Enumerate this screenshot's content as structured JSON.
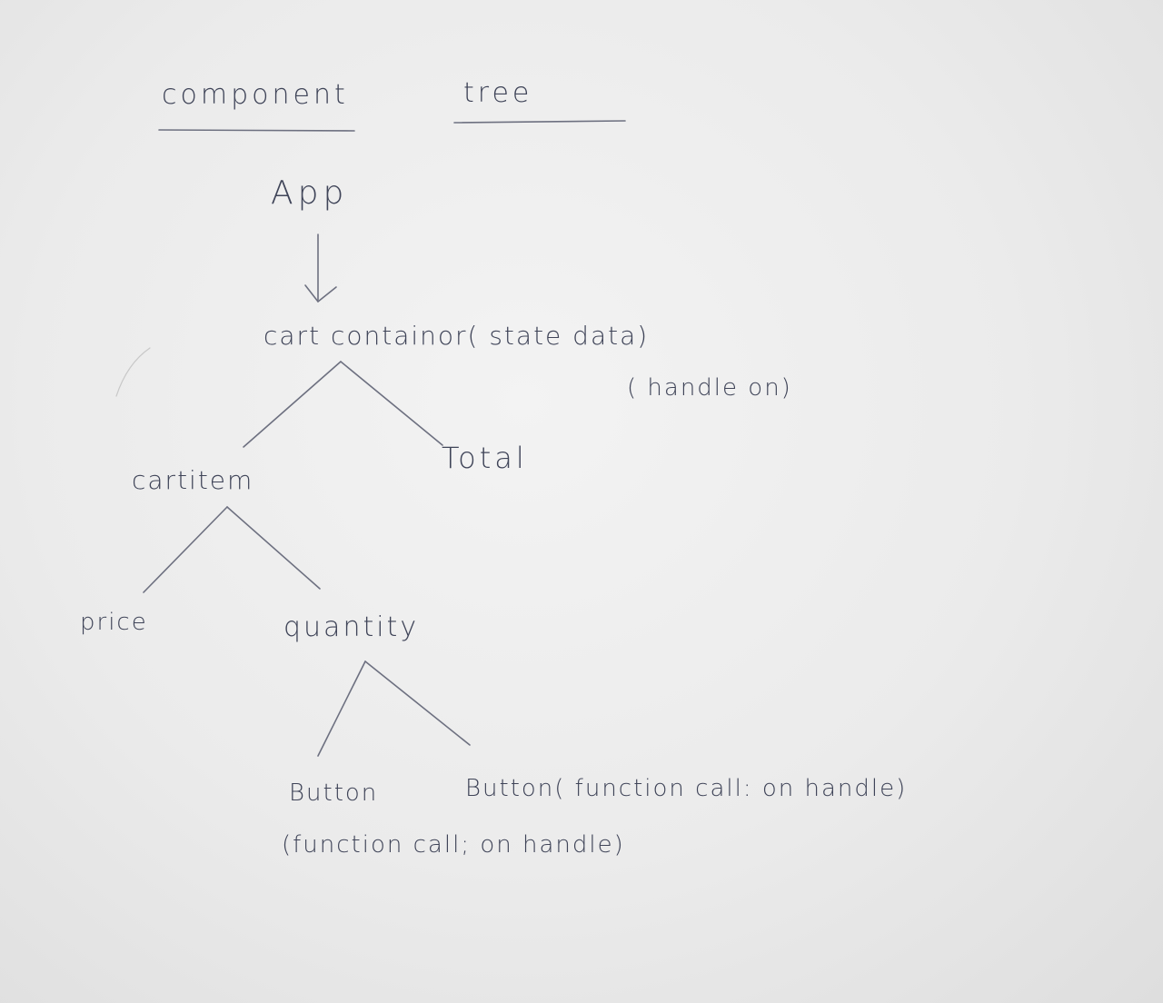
{
  "diagram": {
    "title_part1": "component",
    "title_part2": "tree",
    "nodes": {
      "app": "App",
      "cart_container": "cart containor( state data)",
      "cart_container_note": "( handle on)",
      "cartitem": "cartitem",
      "total": "Total",
      "price": "price",
      "quantity": "quantity",
      "button_1": "Button",
      "button_1_note": "(function call; on handle)",
      "button_2": "Button( function call: on handle)"
    }
  }
}
